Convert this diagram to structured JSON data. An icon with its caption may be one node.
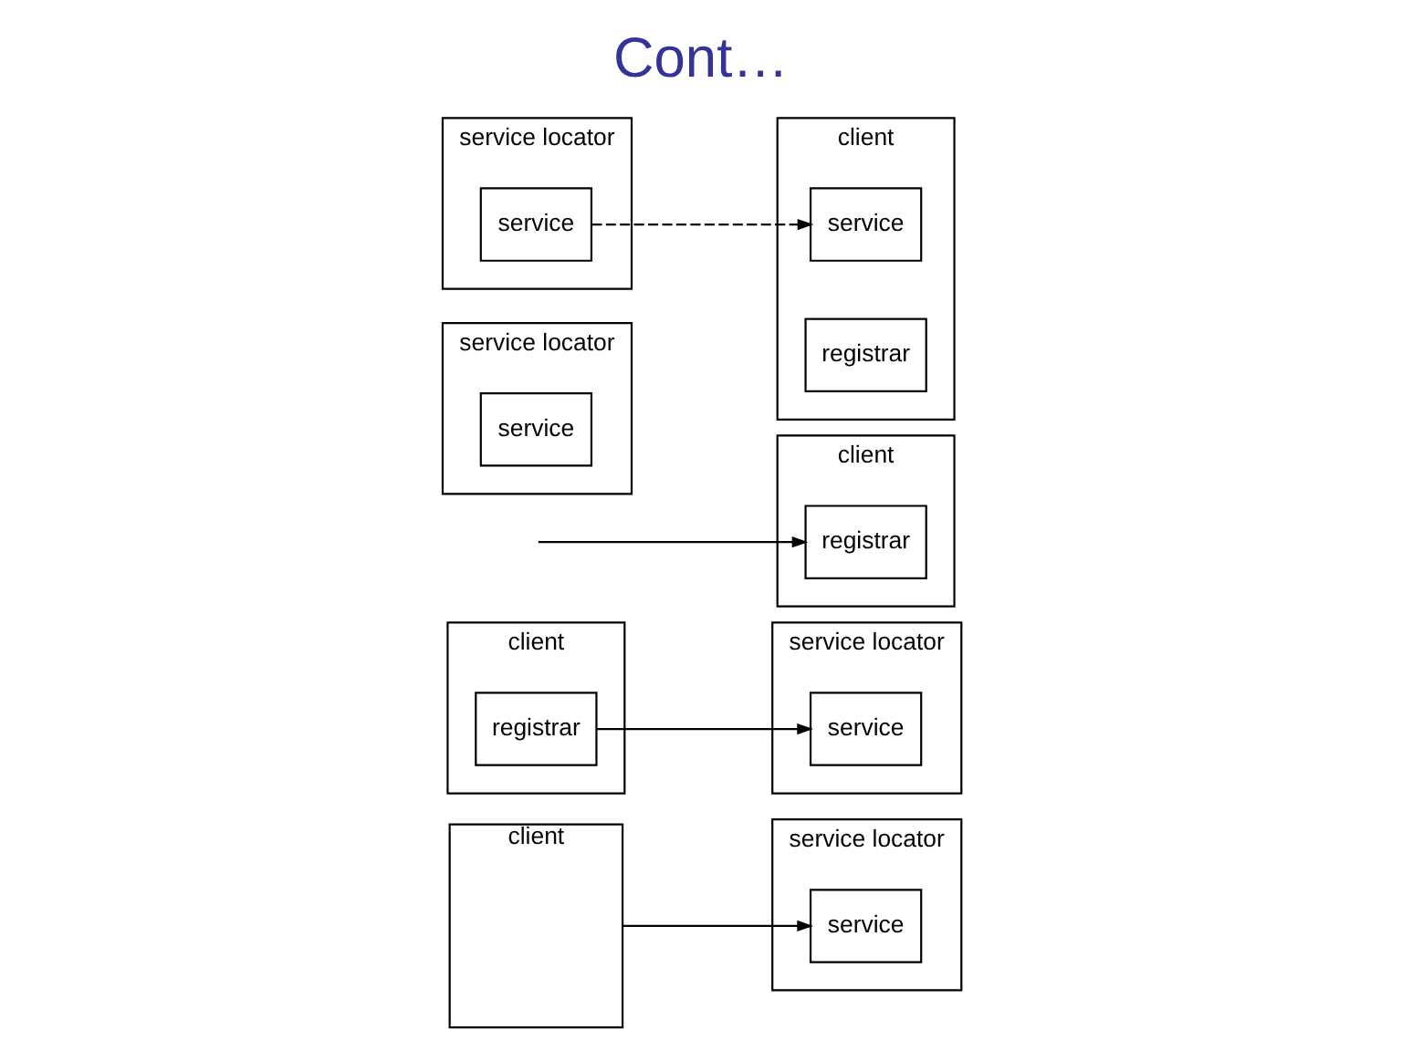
{
  "diagram": {
    "title": "Cont…",
    "nodes": [
      {
        "text": [
          "client"
        ]
      },
      {
        "text": [
          "service locator"
        ]
      },
      {
        "text": [
          "service"
        ],
        "in": 1
      },
      {
        "text": [
          "client"
        ]
      },
      {
        "text": [
          "registrar"
        ],
        "in": 3
      },
      {
        "text": [
          "service locator"
        ]
      },
      {
        "text": [
          "service"
        ],
        "in": 5
      },
      {
        "text": [
          "client"
        ]
      },
      {
        "text": [
          "registrar"
        ],
        "in": 7
      },
      {
        "text": [
          "service locator"
        ]
      },
      {
        "text": [
          "service"
        ],
        "in": 9
      },
      {
        "text": [
          "client"
        ]
      },
      {
        "text": [
          "service"
        ],
        "in": 11
      },
      {
        "text": [
          "registrar"
        ],
        "in": 11
      },
      {
        "text": [
          "service locator"
        ]
      },
      {
        "text": [
          "service"
        ],
        "in": 14
      }
    ],
    "edges": [
      {
        "from": 0,
        "to": 2,
        "arrow": "to"
      },
      {
        "from": 4,
        "to": 6,
        "arrow": "to"
      },
      {
        "from": null,
        "to": 8,
        "arrow": "to"
      },
      {
        "from": 15,
        "to": 12,
        "arrow": "to",
        "style": "dashed"
      }
    ]
  }
}
